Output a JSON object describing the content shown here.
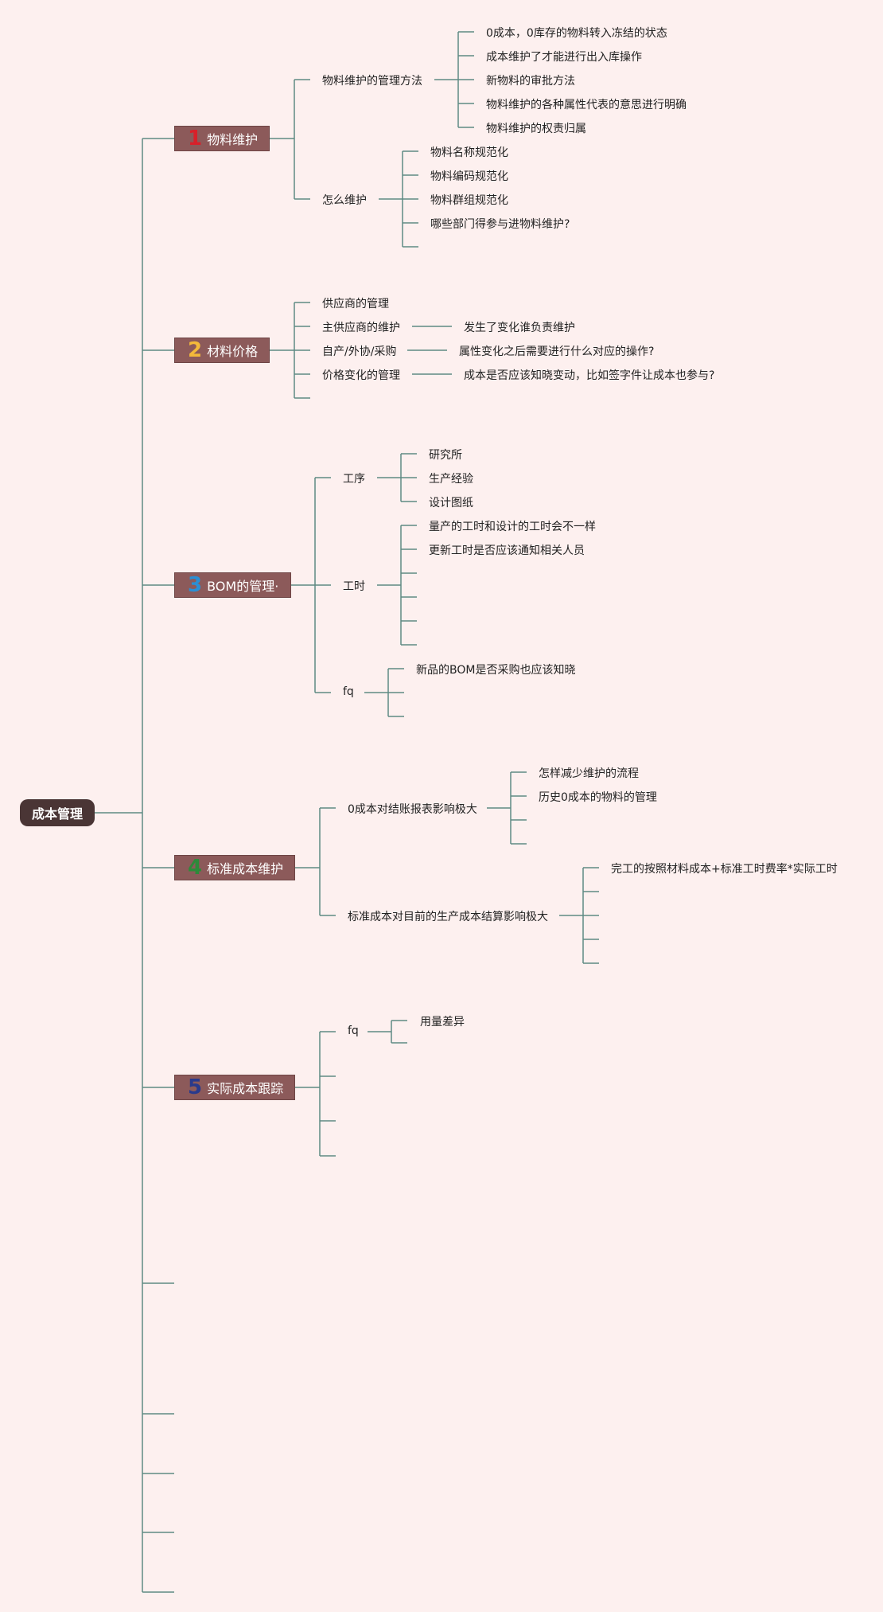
{
  "root": "成本管理",
  "branches": [
    {
      "num": "1",
      "label": "物料维护",
      "num_color": "#d8202a",
      "children": [
        {
          "label": "物料维护的管理方法",
          "items": [
            "0成本，0库存的物料转入冻结的状态",
            "成本维护了才能进行出入库操作",
            "新物料的审批方法",
            "物料维护的各种属性代表的意思进行明确",
            "物料维护的权责归属"
          ]
        },
        {
          "label": "怎么维护",
          "items": [
            "物料名称规范化",
            "物料编码规范化",
            "物料群组规范化",
            "哪些部门得参与进物料维护?"
          ]
        }
      ]
    },
    {
      "num": "2",
      "label": "材料价格",
      "num_color": "#f3b93a",
      "children": [
        {
          "label": "供应商的管理"
        },
        {
          "label": "主供应商的维护",
          "note": "发生了变化谁负责维护"
        },
        {
          "label": "自产/外协/采购",
          "note": "属性变化之后需要进行什么对应的操作?"
        },
        {
          "label": "价格变化的管理",
          "note": "成本是否应该知晓变动，比如签字件让成本也参与?"
        }
      ]
    },
    {
      "num": "3",
      "label": "BOM的管理·",
      "num_color": "#2a8fd4",
      "children": [
        {
          "label": "工序",
          "items": [
            "研究所",
            "生产经验",
            "设计图纸"
          ]
        },
        {
          "label": "工时",
          "items": [
            "量产的工时和设计的工时会不一样",
            "更新工时是否应该通知相关人员"
          ]
        },
        {
          "label": "fq",
          "items": [
            "新品的BOM是否采购也应该知晓"
          ]
        }
      ]
    },
    {
      "num": "4",
      "label": "标准成本维护",
      "num_color": "#2e8a3a",
      "children": [
        {
          "label": "0成本对结账报表影响极大",
          "items": [
            "怎样减少维护的流程",
            "历史0成本的物料的管理"
          ]
        },
        {
          "label": "标准成本对目前的生产成本结算影响极大",
          "items": [
            "完工的按照材料成本+标准工时费率*实际工时"
          ]
        }
      ]
    },
    {
      "num": "5",
      "label": "实际成本跟踪",
      "num_color": "#2a3a8c",
      "children": [
        {
          "label": "fq",
          "items": [
            "用量差异"
          ]
        }
      ]
    }
  ],
  "colors": {
    "line": "#5f8a84",
    "line_light": "#9db8b3"
  }
}
